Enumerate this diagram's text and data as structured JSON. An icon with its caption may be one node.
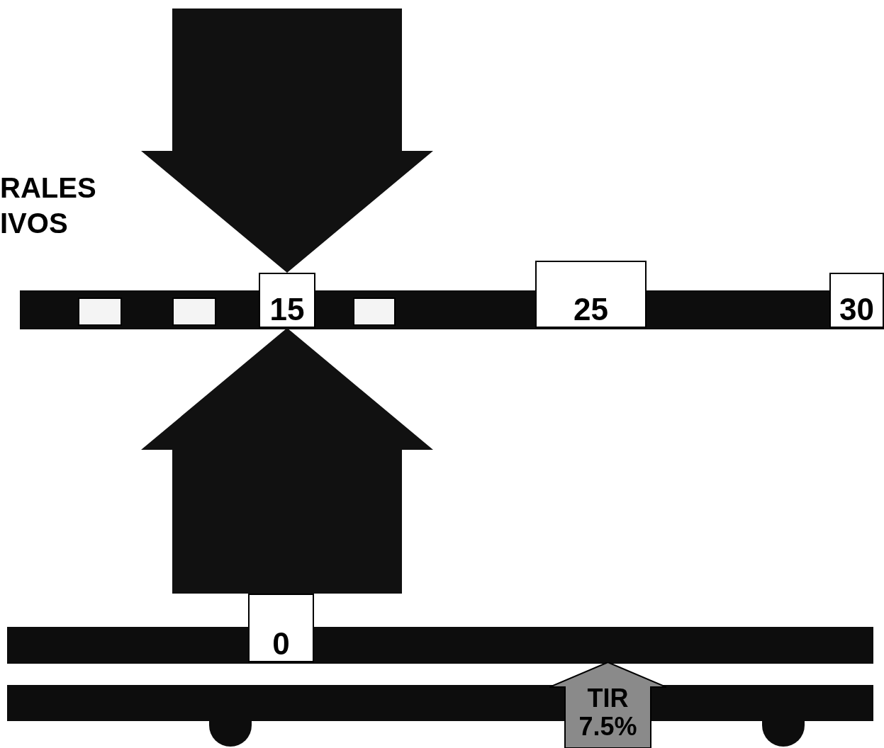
{
  "diagram": {
    "nodes": [
      {
        "text": [],
        "shape": "bar"
      },
      {
        "text": [],
        "shape": "box",
        "in": 0
      },
      {
        "text": [],
        "shape": "box",
        "in": 0
      },
      {
        "text": [
          "15"
        ]
      },
      {
        "text": [],
        "shape": "box",
        "in": 0
      },
      {
        "text": [
          "25"
        ]
      },
      {
        "text": [
          "30"
        ]
      },
      {
        "text": [],
        "shape": "bar"
      },
      {
        "text": [
          "0"
        ]
      },
      {
        "text": [],
        "shape": "bar"
      },
      {
        "text": [
          "TIR 7.5%"
        ]
      },
      {
        "text": [],
        "shape": "circle"
      },
      {
        "text": [],
        "shape": "circle"
      }
    ],
    "edges": [
      {
        "from": null,
        "to": 3,
        "arrow": "to",
        "style": "thick"
      },
      {
        "from": 8,
        "to": 3,
        "arrow": "to",
        "style": "thick"
      }
    ],
    "labels": [
      "RALES IVOS"
    ]
  }
}
